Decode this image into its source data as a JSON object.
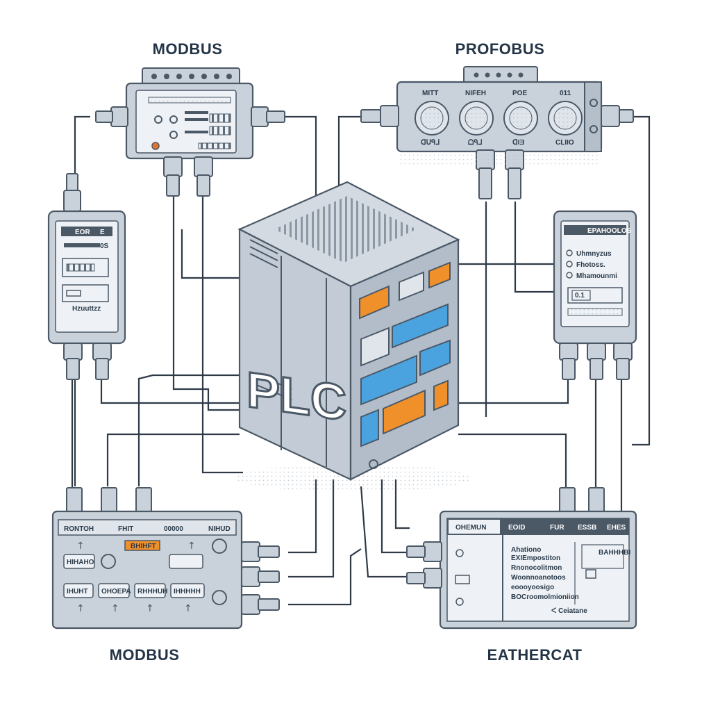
{
  "labels": {
    "top_left": "MODBUS",
    "top_right": "PROFOBUS",
    "bottom_left": "MODBUS",
    "bottom_right": "EATHERCAT"
  },
  "plc": {
    "label": "PLC"
  },
  "profibus_module": {
    "port_labels_top": [
      "MITT",
      "NIFEH",
      "POE",
      "011"
    ],
    "port_labels_bottom": [
      "ᗡᑌᑫᒧ",
      "ᗝᑫᒧ",
      "ᗡIƎ",
      "CLIIO"
    ]
  },
  "left_handheld": {
    "header": "EOR",
    "header_right": "E",
    "row1_value": "0Ѕ",
    "row3_label": "Hzuuttzz"
  },
  "right_handheld": {
    "header": "EPAHOOLOS",
    "items": [
      "Uhmnyzus",
      "Fhotoss.",
      "Mhamounmi"
    ],
    "field_value": "0.1"
  },
  "bottom_left_panel": {
    "header_items": [
      "RONTOH",
      "FHIT",
      "00000",
      "NIHUD"
    ],
    "highlight": "BHIHFT",
    "buttons": [
      "HIHAHO",
      "IHUHT",
      "OHOEPA",
      "RHHHUH",
      "IHHHHH"
    ]
  },
  "bottom_right_panel": {
    "tabs": [
      "OHEMUN",
      "EOID",
      "FUR",
      "ESSB",
      "EHES"
    ],
    "list_items": [
      "Ahationo",
      "EXIEmpostiton",
      "Rnonocolitmon",
      "Woonnoanotoos",
      "eoooyoosigo",
      "BOCroomolmioniion"
    ],
    "side_value": "BAHHHBI",
    "footer": "ᐸ Ceiatane"
  },
  "colors": {
    "device_fill": "#c9d1da",
    "device_stroke": "#4b5866",
    "screen_fill": "#eef2f6",
    "accent_orange": "#f0902a",
    "accent_blue": "#4aa3df",
    "cable": "#2f3a46",
    "label": "#243447"
  },
  "icons": [
    "power-icon",
    "arrow-up-icon",
    "arrow-down-icon",
    "connector-icon",
    "cable-icon",
    "vent-icon"
  ]
}
